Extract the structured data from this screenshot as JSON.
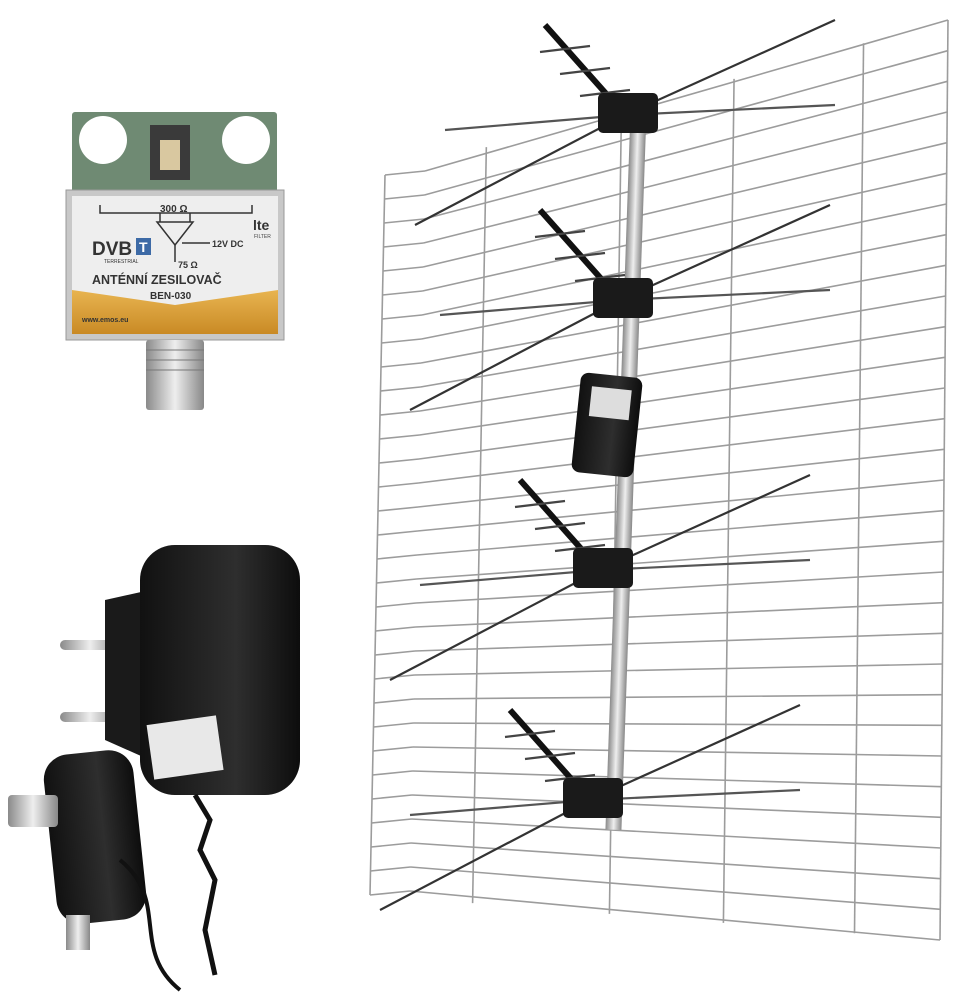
{
  "amplifier_label": {
    "impedance_in": "300 Ω",
    "power": "12V DC",
    "impedance_out": "75 Ω",
    "dvb_logo": "DVB",
    "dvb_suffix": "T",
    "dvb_sub": "TERRESTRIAL",
    "lte_logo": "lte",
    "lte_sub": "FILTER",
    "title": "ANTÉNNÍ ZESILOVAČ",
    "model": "BEN-030",
    "website": "www.emos.eu"
  },
  "colors": {
    "label_orange": "#d9a03a",
    "plastic_black": "#1c1c1c",
    "wire": "#9a9a9a",
    "pcb_green": "#5f7a64"
  }
}
